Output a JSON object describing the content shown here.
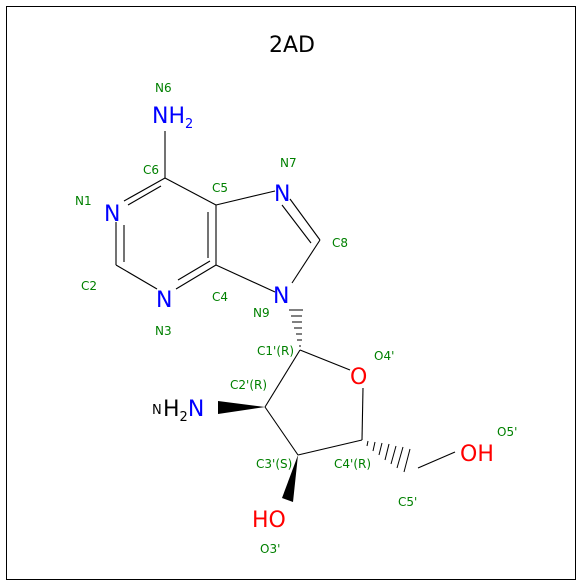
{
  "title": "2AD",
  "colors": {
    "carbon": "#000000",
    "nitrogen": "#0000ff",
    "oxygen": "#ff0000",
    "label": "#008000",
    "hetero_green": "#008000"
  },
  "atoms": {
    "n6_atom": "NH",
    "n6_sub": "2",
    "n1": "N",
    "n7": "N",
    "n3": "N",
    "n9": "N",
    "o4": "O",
    "amine_n": "N",
    "amine_h": "H",
    "amine_sub": "2",
    "oh5": "OH",
    "ho3": "HO",
    "amine_prefix": "N"
  },
  "labels": {
    "N6": "N6",
    "C6": "C6",
    "C5": "C5",
    "N7": "N7",
    "N1": "N1",
    "C8": "C8",
    "C2": "C2",
    "C4": "C4",
    "N3": "N3",
    "N9": "N9",
    "C1p": "C1'(R)",
    "O4p": "O4'",
    "C2p": "C2'(R)",
    "C3p": "C3'(S)",
    "C4p": "C4'(R)",
    "O5p": "O5'",
    "C5p": "C5'",
    "O3p": "O3'"
  }
}
